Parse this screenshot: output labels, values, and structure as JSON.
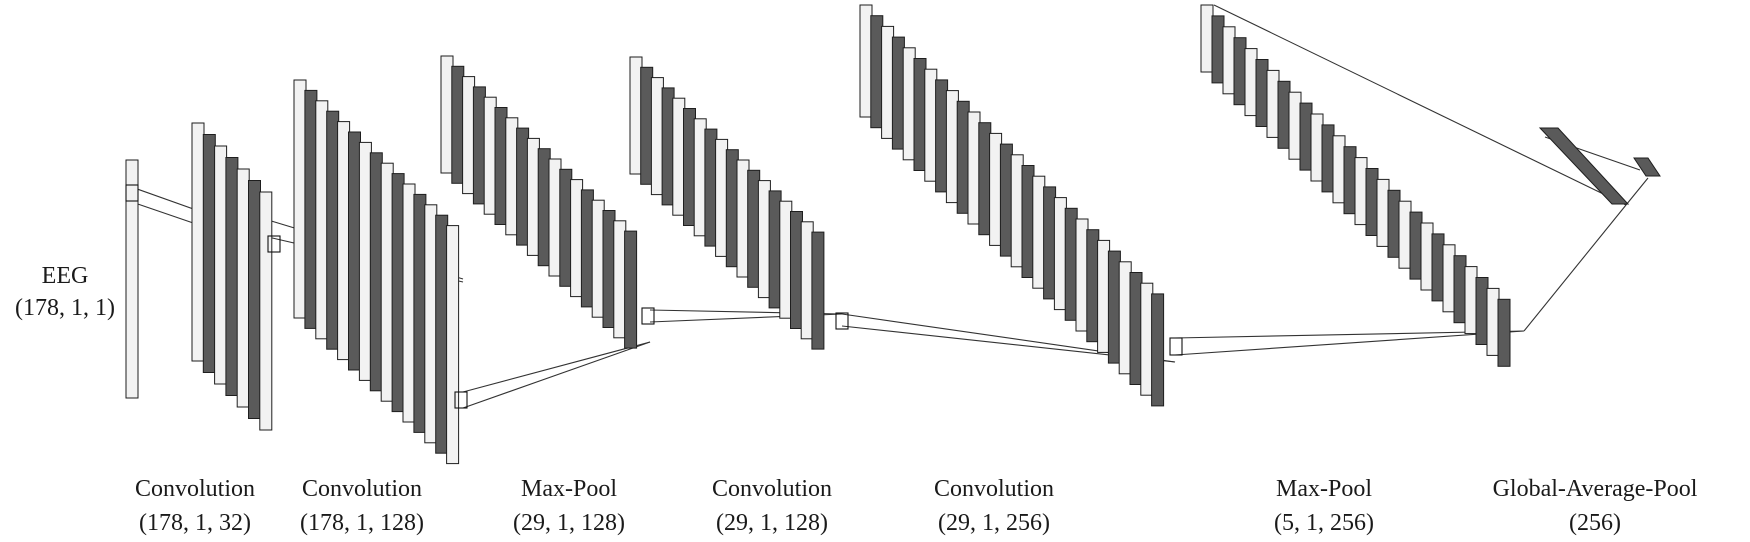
{
  "input": {
    "name": "EEG",
    "shape": "(178, 1, 1)"
  },
  "layers": [
    {
      "name": "Convolution",
      "shape": "(178, 1, 32)"
    },
    {
      "name": "Convolution",
      "shape": "(178, 1, 128)"
    },
    {
      "name": "Max-Pool",
      "shape": "(29, 1, 128)"
    },
    {
      "name": "Convolution",
      "shape": "(29, 1, 128)"
    },
    {
      "name": "Convolution",
      "shape": "(29, 1, 256)"
    },
    {
      "name": "Max-Pool",
      "shape": "(5, 1, 256)"
    },
    {
      "name": "Global-Average-Pool",
      "shape": "(256)"
    }
  ],
  "colors": {
    "light": "#f2f2f2",
    "dark": "#5a5a5a",
    "stroke": "#1e1e1e"
  }
}
